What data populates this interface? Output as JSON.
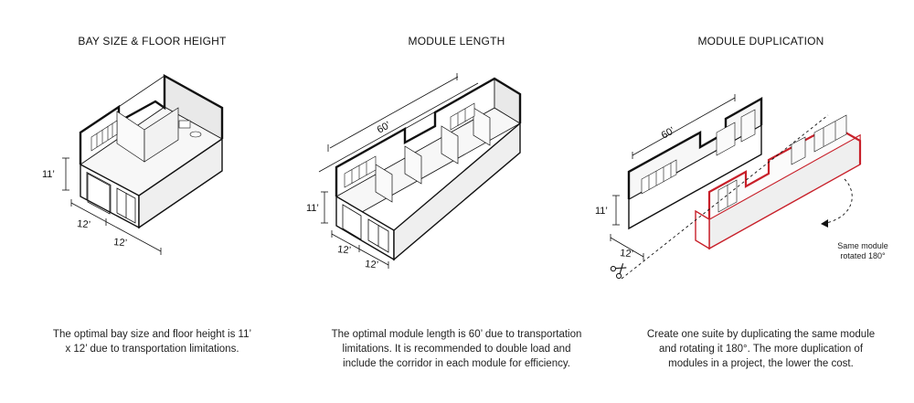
{
  "panels": [
    {
      "title": "BAY SIZE & FLOOR HEIGHT",
      "caption": [
        "The optimal bay size and floor height is 11’",
        "x 12’ due to transportation limitations."
      ],
      "dims": {
        "height": "11’",
        "width_a": "12’",
        "width_b": "12’"
      }
    },
    {
      "title": "MODULE LENGTH",
      "caption": [
        "The optimal module length is 60’ due to transportation",
        "limitations. It is recommended to double load and",
        "include the corridor in each module for efficiency."
      ],
      "dims": {
        "length": "60’",
        "height": "11’",
        "width_a": "12’",
        "width_b": "12’"
      }
    },
    {
      "title": "MODULE DUPLICATION",
      "caption": [
        "Create one suite by duplicating the same module",
        "and rotating it 180°. The more duplication of",
        "modules in a project, the lower the cost."
      ],
      "dims": {
        "length": "60’",
        "height": "11’",
        "width": "12’"
      },
      "note": [
        "Same module",
        "rotated 180°"
      ]
    }
  ],
  "colors": {
    "ink": "#111111",
    "highlight": "#c8202a",
    "wall": "#f2f2f2"
  },
  "icons": {
    "cut": "scissors-icon",
    "rotate": "rotate-arrow-icon"
  }
}
